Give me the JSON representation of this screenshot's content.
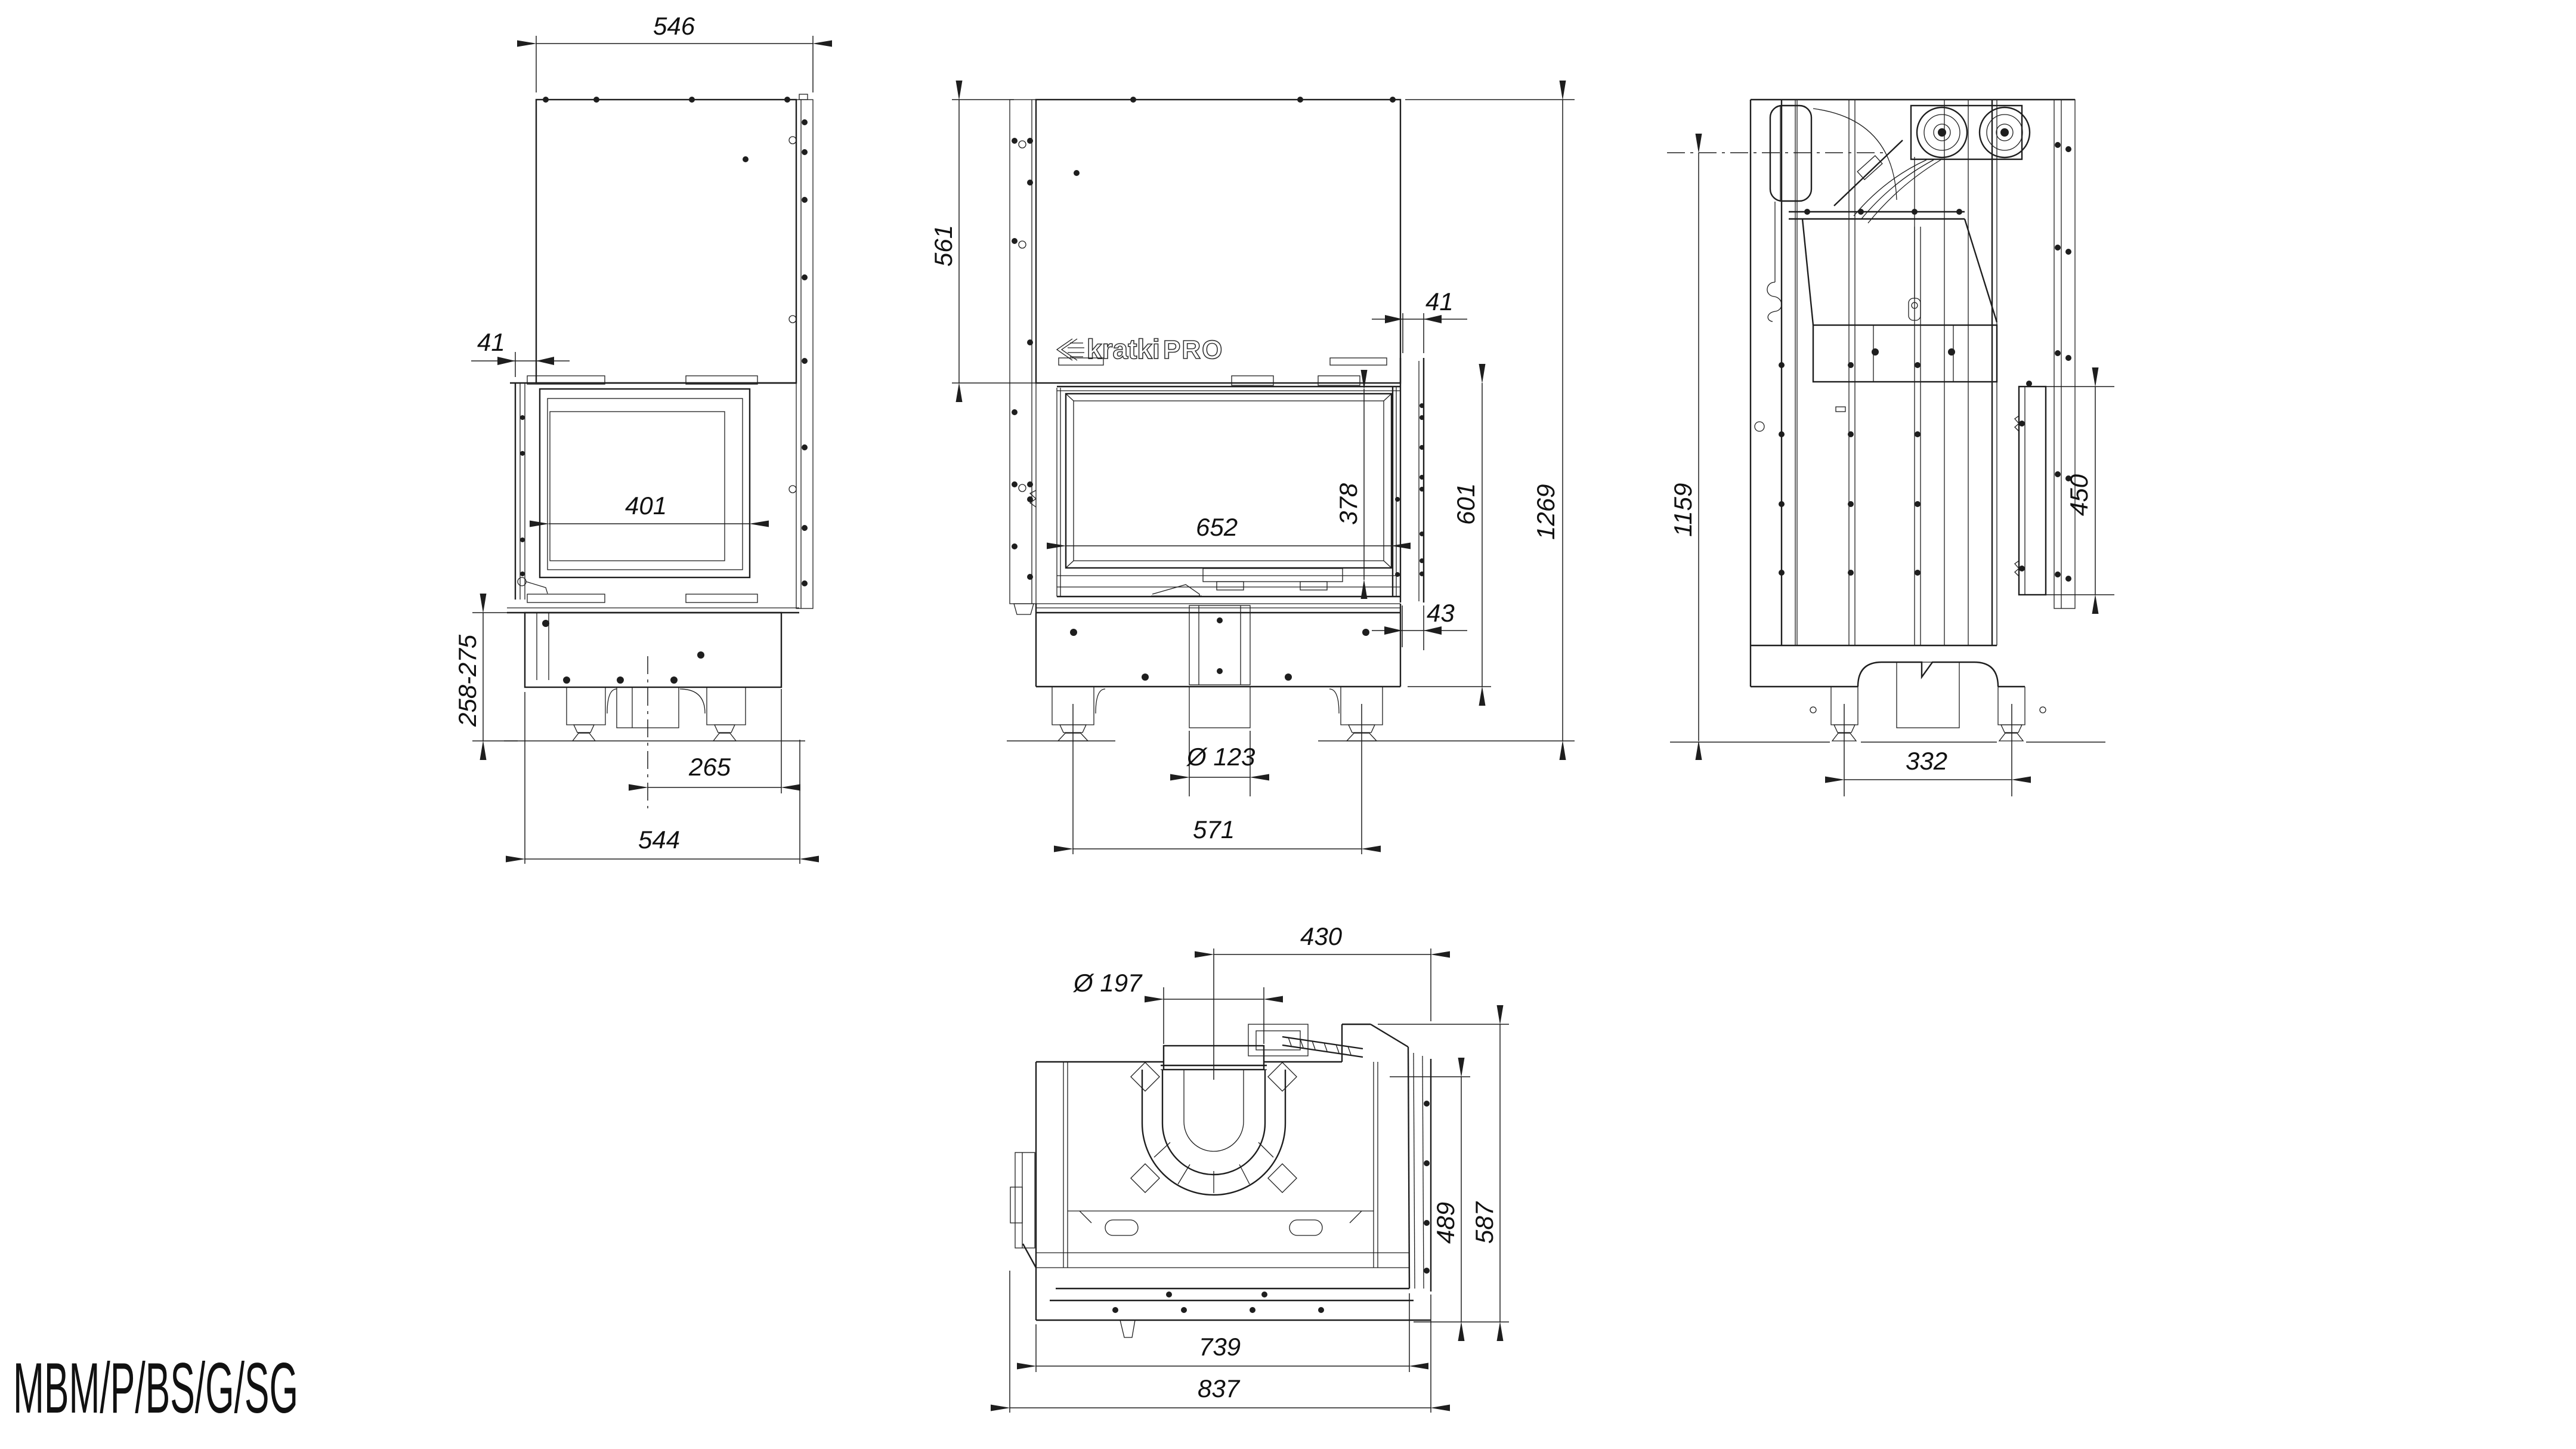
{
  "title": "MBM/P/BS/G/SG",
  "logo": {
    "brand": "kratki",
    "suffix": "PRO"
  },
  "views": {
    "side_left": {
      "dims": {
        "top_depth": "546",
        "front_offset": "41",
        "glass_width": "401",
        "base_height_range": "258-275",
        "axis_to_rear": "265",
        "bottom_depth": "544"
      }
    },
    "front": {
      "dims": {
        "upper_height": "561",
        "side_offset_top": "41",
        "glass_width": "652",
        "glass_height": "378",
        "firebox_height": "601",
        "total_height": "1269",
        "side_offset_bottom": "43",
        "inlet_diameter": "Ø 123",
        "feet_spacing": "571"
      }
    },
    "rear": {
      "dims": {
        "fan_axis_height": "1159",
        "side_glass_height": "450",
        "feet_spacing": "332"
      }
    },
    "top": {
      "dims": {
        "flue_to_side": "430",
        "flue_diameter": "Ø 197",
        "body_depth": "489",
        "total_depth": "587",
        "body_width": "739",
        "total_width": "837"
      }
    }
  }
}
